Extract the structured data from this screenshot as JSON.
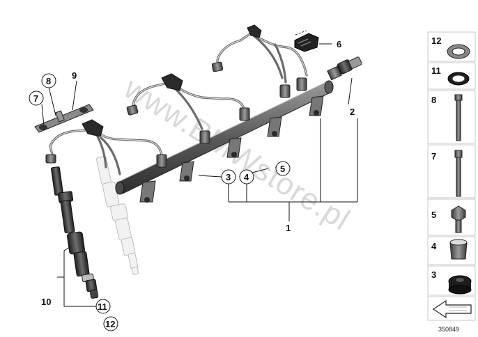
{
  "watermark": "www.BMWstore.pl",
  "diagram_id": "350849",
  "callouts": {
    "c1": "1",
    "c2": "2",
    "c3": "3",
    "c4": "4",
    "c5": "5",
    "c6": "6",
    "c7": "7",
    "c8": "8",
    "c9": "9",
    "c10": "10",
    "c11": "11",
    "c12": "12"
  },
  "sidebar": {
    "items": [
      {
        "label": "12",
        "icon": "seal-ring-icon"
      },
      {
        "label": "11",
        "icon": "o-ring-icon"
      },
      {
        "label": "8",
        "icon": "long-bolt-icon"
      },
      {
        "label": "7",
        "icon": "bolt-icon"
      },
      {
        "label": "5",
        "icon": "hex-screw-icon"
      },
      {
        "label": "4",
        "icon": "sleeve-icon"
      },
      {
        "label": "3",
        "icon": "grommet-icon"
      },
      {
        "label": "",
        "icon": "arrow-shortcut-icon"
      }
    ]
  }
}
